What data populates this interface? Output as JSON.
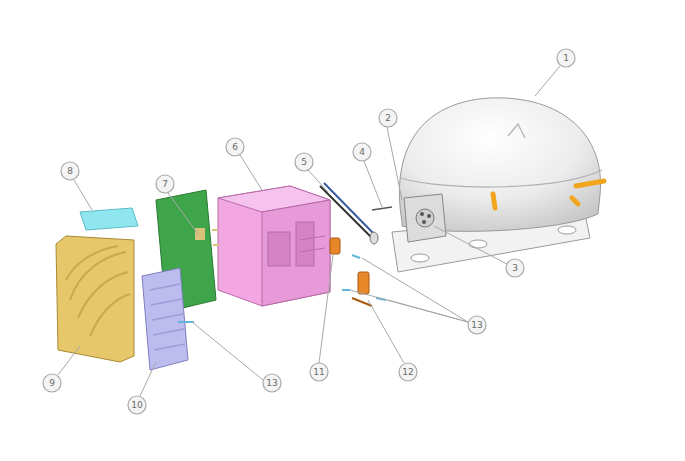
{
  "diagram": {
    "labels": [
      "1",
      "2",
      "4",
      "5",
      "6",
      "7",
      "8",
      "3",
      "13",
      "11",
      "12",
      "9",
      "10",
      "13"
    ]
  }
}
